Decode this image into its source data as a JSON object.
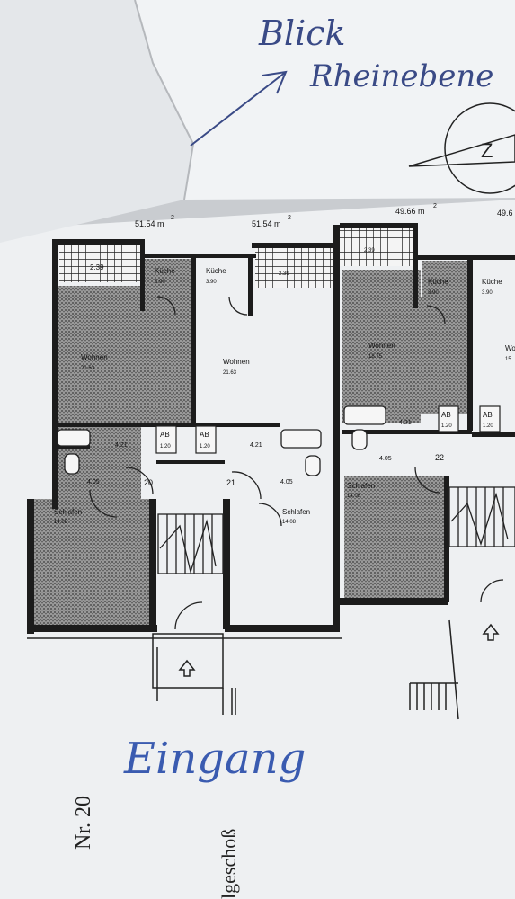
{
  "annotations": {
    "blick": "Blick",
    "rheinebene": "Rheinebene",
    "eingang": "Eingang",
    "colors": {
      "ink_handwriting": "#3a4a86",
      "ink_blue": "#3a5bb0",
      "paper": "#eef0f2",
      "wall": "#1c1c1c",
      "hatch": "#7a7a7a"
    }
  },
  "compass": {
    "letter": "Z"
  },
  "unit_areas": {
    "u20": "51.54 m",
    "u21": "51.54 m",
    "u22": "49.66 m",
    "u23": "49.6",
    "sup": "2"
  },
  "rooms": {
    "u20": {
      "wohnen": "Wohnen",
      "wohnen_area": "21.63",
      "schlafen": "Schlafen",
      "schlafen_area": "14.08",
      "kueche": "Küche",
      "kueche_area": "3.90",
      "ab": "AB",
      "ab_area": "1.20",
      "bath": "2.39",
      "hall": "4.21",
      "wc": "4.05",
      "nr": "20"
    },
    "u21": {
      "wohnen": "Wohnen",
      "wohnen_area": "21.63",
      "schlafen": "Schlafen",
      "schlafen_area": "14.08",
      "kueche": "Küche",
      "kueche_area": "3.90",
      "ab": "AB",
      "ab_area": "1.20",
      "bath": "2.39",
      "hall": "4.21",
      "wc": "4.05",
      "nr": "21"
    },
    "u22": {
      "wohnen": "Wohnen",
      "wohnen_area": "18.75",
      "schlafen": "Schlafen",
      "schlafen_area": "14.08",
      "kueche": "Küche",
      "kueche_area": "3.90",
      "ab": "AB",
      "ab_area": "1.20",
      "bath": "2.39",
      "hall": "4.21",
      "wc": "4.05",
      "nr": "22"
    },
    "u23": {
      "wohnen": "Wo",
      "wohnen_area": "15.",
      "kueche": "Küche",
      "kueche_area": "3.90",
      "ab": "AB",
      "ab_area": "1.20"
    }
  },
  "labels": {
    "nr": "Nr. 20",
    "geschoss": "lgeschoß"
  }
}
